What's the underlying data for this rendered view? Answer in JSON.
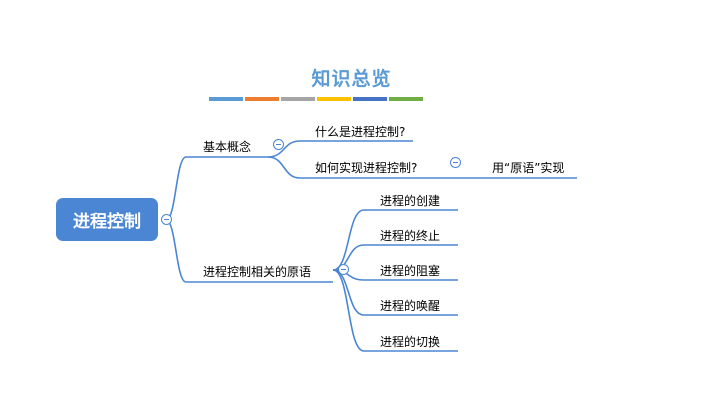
{
  "title": "知识总览",
  "title_bar_colors": [
    "#5b9bd5",
    "#ed7d31",
    "#a5a5a5",
    "#ffc000",
    "#4472c4",
    "#70ad47"
  ],
  "colors": {
    "accent": "#4a86d4"
  },
  "mindmap": {
    "root": "进程控制",
    "branch1": {
      "label": "基本概念",
      "children": [
        "什么是进程控制?",
        "如何实现进程控制?"
      ],
      "grandchild": "用“原语”实现"
    },
    "branch2": {
      "label": "进程控制相关的原语",
      "children": [
        "进程的创建",
        "进程的终止",
        "进程的阻塞",
        "进程的唤醒",
        "进程的切换"
      ]
    }
  }
}
